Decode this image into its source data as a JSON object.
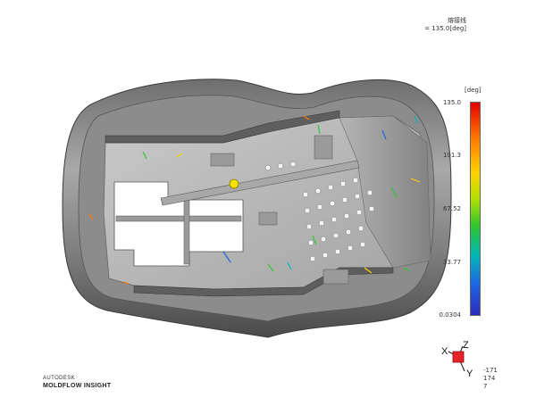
{
  "result": {
    "name": "熔接线",
    "value": "= 135.0[deg]"
  },
  "legend": {
    "unit": "[deg]",
    "ticks": [
      "135.0",
      "101.3",
      "67.52",
      "33.77",
      "0.0304"
    ],
    "colors": [
      "#e60000",
      "#ff7a00",
      "#ffd200",
      "#2ec62e",
      "#00b7b7",
      "#1f63e6",
      "#2d2ab8"
    ]
  },
  "branding": {
    "line1": "AUTODESK",
    "line2": "MOLDFLOW INSIGHT"
  },
  "triad": {
    "x_label": "X",
    "y_label": "Y",
    "z_label": "Z",
    "coords": [
      "-171",
      "174",
      "7"
    ]
  },
  "icons": {
    "model": "molded-part-icon",
    "triad": "axis-triad-icon"
  }
}
